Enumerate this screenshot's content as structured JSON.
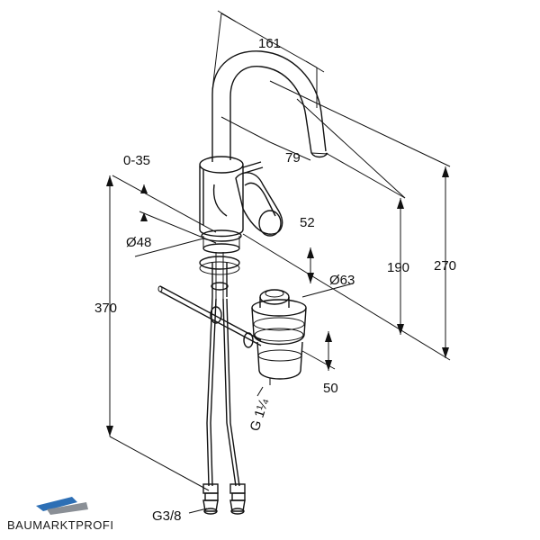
{
  "dimensions": {
    "d161": "161",
    "d79": "79",
    "d0_35": "0-35",
    "d52": "52",
    "d48": "Ø48",
    "d63": "Ø63",
    "d190": "190",
    "d270": "270",
    "d370": "370",
    "d50": "50",
    "g114": "G 1¼",
    "g38": "G3/8"
  },
  "logo": {
    "text": "BAUMARKTPROFI",
    "colors": {
      "blue": "#2d6fb5",
      "grey": "#8a8f96"
    }
  }
}
